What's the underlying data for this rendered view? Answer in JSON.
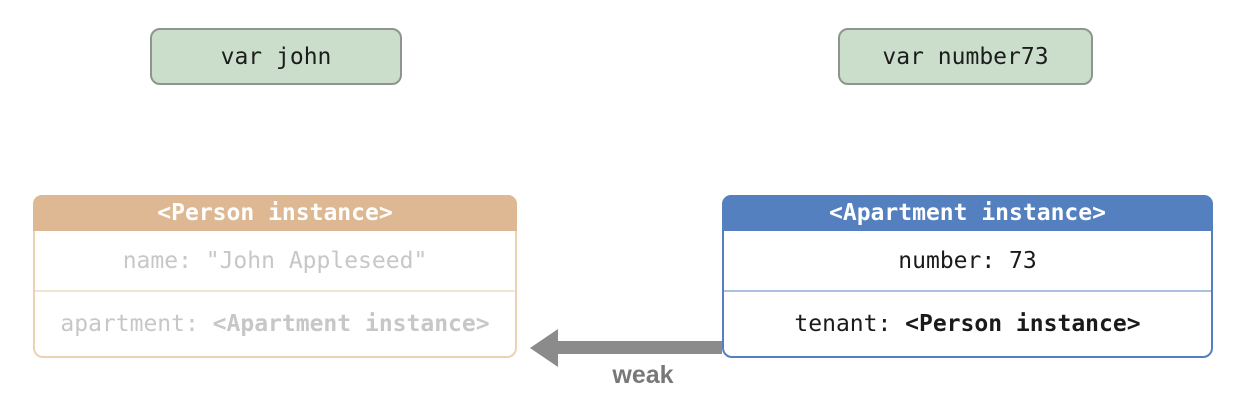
{
  "variables": [
    {
      "label": "var john"
    },
    {
      "label": "var number73"
    }
  ],
  "instances": [
    {
      "title": "<Person instance>",
      "state": "faded",
      "rows": [
        {
          "label": "name:",
          "value": "\"John Appleseed\"",
          "value_bold": false
        },
        {
          "label": "apartment:",
          "value": "<Apartment instance>",
          "value_bold": true
        }
      ]
    },
    {
      "title": "<Apartment instance>",
      "state": "active",
      "rows": [
        {
          "label": "number:",
          "value": "73",
          "value_bold": false
        },
        {
          "label": "tenant:",
          "value": "<Person instance>",
          "value_bold": true
        }
      ]
    }
  ],
  "arrow": {
    "label": "weak",
    "direction": "left",
    "from": "apartment-instance",
    "to": "person-instance"
  },
  "colors": {
    "canvas_bg": "#ffffff",
    "var_box_fill": "#cbdecc",
    "var_box_border": "#8e958e",
    "person_header_bg": "#ddb893",
    "person_border": "#ecd2b5",
    "person_divider": "#f3e3d0",
    "person_text": "#c7c7c7",
    "apartment_header_bg": "#5480bf",
    "apartment_border": "#5480bf",
    "apartment_divider": "#abc1e0",
    "apartment_text": "#1a1a1a",
    "header_text": "#ffffff",
    "arrow": "#8b8b8b",
    "arrow_label_text": "#787878"
  }
}
